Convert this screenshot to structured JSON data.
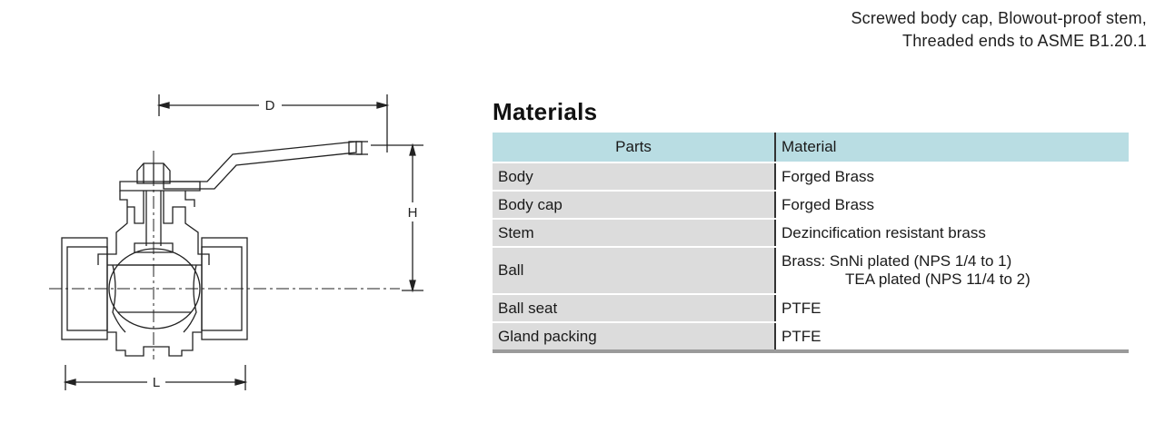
{
  "features": {
    "line1": "Screwed body cap, Blowout-proof stem,",
    "line2": "Threaded ends to ASME B1.20.1"
  },
  "drawing": {
    "dim_d": "D",
    "dim_h": "H",
    "dim_l": "L"
  },
  "materials": {
    "title": "Materials",
    "headers": {
      "parts": "Parts",
      "material": "Material"
    },
    "rows": [
      {
        "part": "Body",
        "material": "Forged Brass"
      },
      {
        "part": "Body cap",
        "material": "Forged Brass"
      },
      {
        "part": "Stem",
        "material": "Dezincification resistant brass"
      },
      {
        "part": "Ball",
        "material_line1_prefix": "Brass: SnNi plated (NPS ",
        "material_line1_frac": "1/4",
        "material_line1_suffix": " to 1)",
        "material_line2_prefix": "TEA plated (NPS 1",
        "material_line2_frac": "1/4",
        "material_line2_suffix": " to 2)"
      },
      {
        "part": "Ball seat",
        "material": "PTFE"
      },
      {
        "part": "Gland packing",
        "material": "PTFE"
      }
    ]
  }
}
